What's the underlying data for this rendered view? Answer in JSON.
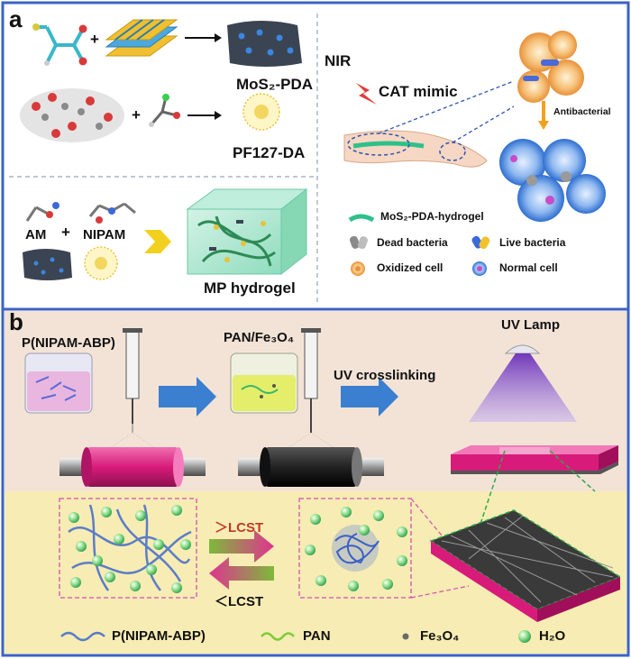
{
  "panel_a": {
    "letter": "a",
    "label_mos2_pda": "MoS₂-PDA",
    "label_pf127_da": "PF127-DA",
    "label_am": "AM",
    "label_nipam": "NIPAM",
    "label_mp_hydrogel": "MP hydrogel",
    "plus_1": "+",
    "plus_2": "+",
    "plus_3": "+",
    "label_nir": "NIR",
    "label_cat_mimic": "CAT mimic",
    "label_antibacterial": "Antibacterial",
    "legend": {
      "hydrogel": "MoS₂-PDA-hydrogel",
      "dead_bacteria": "Dead bacteria",
      "live_bacteria": "Live bacteria",
      "oxidized_cell": "Oxidized cell",
      "normal_cell": "Normal cell"
    }
  },
  "panel_b": {
    "letter": "b",
    "label_p_nipam_abp": "P(NIPAM-ABP)",
    "label_pan_fe3o4": "PAN/Fe₃O₄",
    "label_uv_crosslinking": "UV crosslinking",
    "label_uv_lamp": "UV Lamp",
    "label_gt_lcst": "＞LCST",
    "label_lt_lcst": "＜LCST",
    "legend": {
      "p_nipam_abp": "P(NIPAM-ABP)",
      "pan": "PAN",
      "fe3o4": "Fe₃O₄",
      "h2o": "H₂O"
    }
  },
  "colors": {
    "frame_blue": "#3b63c4",
    "panel_b_top_bg": "#f3e3d6",
    "panel_b_bottom_bg": "#f7ecb3",
    "arrow_blue": "#3a7fd0",
    "arrow_yellow": "#f2d11e",
    "lcst_hot": "#c0392b",
    "magenta": "#e0338f",
    "hydrogel_green": "#4fc79a",
    "uv_purple": "#7a3fc0"
  }
}
